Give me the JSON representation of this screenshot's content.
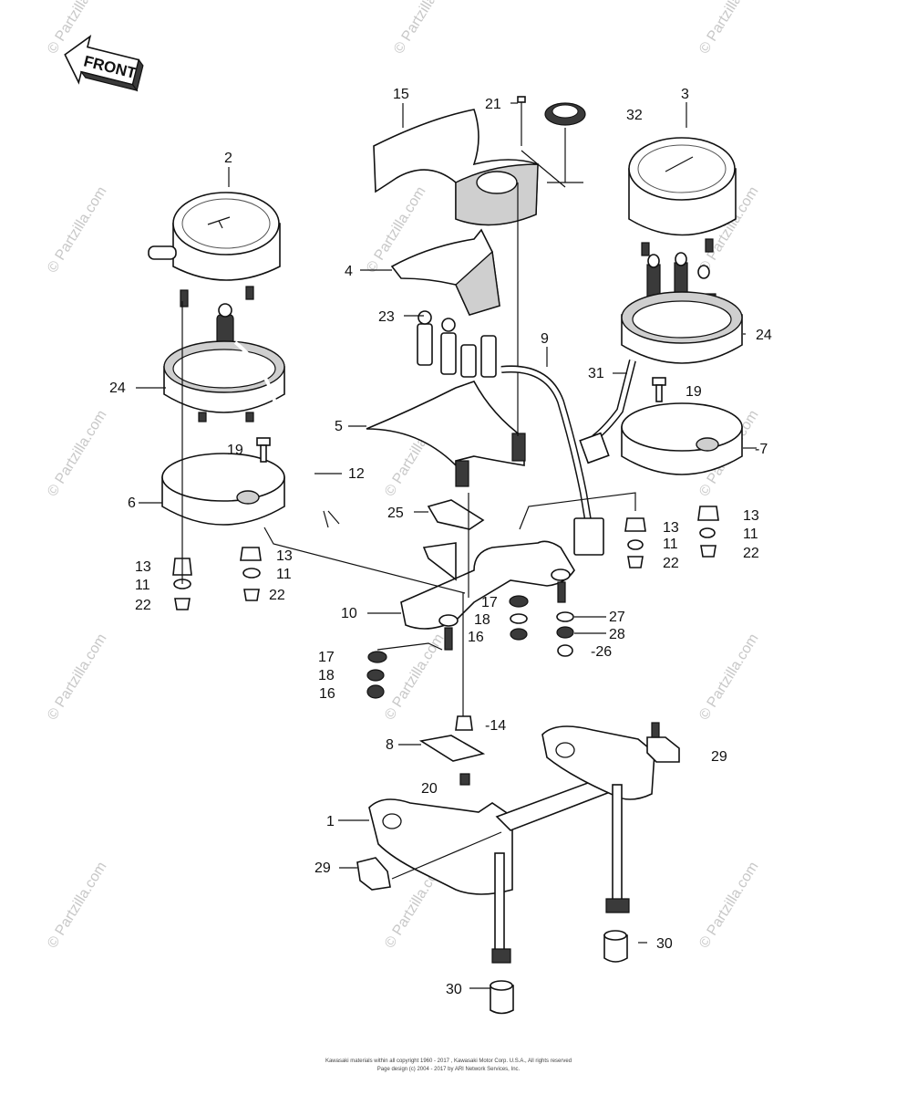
{
  "front_arrow": {
    "label": "FRONT"
  },
  "watermark": "© Partzilla.com",
  "callouts": {
    "c1": "1",
    "c2": "2",
    "c3": "3",
    "c4": "4",
    "c5": "5",
    "c6": "6",
    "c7": "-7",
    "c8": "8",
    "c9": "9",
    "c10": "10",
    "c11a": "11",
    "c11b": "11",
    "c11c": "11",
    "c11d": "11",
    "c12": "12",
    "c13a": "13",
    "c13b": "13",
    "c13c": "13",
    "c13d": "13",
    "c14": "-14",
    "c15": "15",
    "c16a": "16",
    "c16b": "16",
    "c17a": "17",
    "c17b": "17",
    "c18a": "18",
    "c18b": "18",
    "c19a": "19",
    "c19b": "19",
    "c20": "20",
    "c21": "21",
    "c22a": "22",
    "c22b": "22",
    "c22c": "22",
    "c22d": "22",
    "c23": "23",
    "c24a": "24",
    "c24b": "24",
    "c25": "25",
    "c26": "-26",
    "c27": "27",
    "c28": "28",
    "c29a": "29",
    "c29b": "29",
    "c30a": "30",
    "c30b": "30",
    "c31": "31",
    "c32": "32"
  },
  "footer": {
    "line1": "Kawasaki materials within all copyright 1960 - 2017 , Kawasaki Motor Corp. U.S.A., All rights reserved",
    "line2": "Page design (c) 2004 - 2017 by ARI Network Services, Inc."
  }
}
